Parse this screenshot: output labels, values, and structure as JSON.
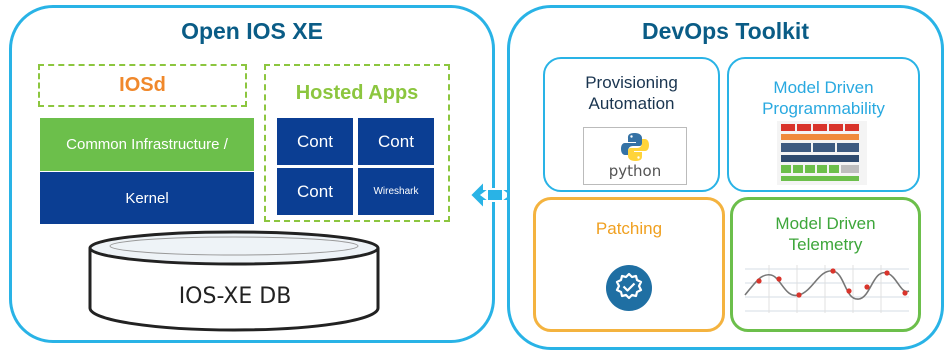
{
  "left_panel": {
    "title": "Open IOS XE",
    "iosd_label": "IOSd",
    "hosted_apps_label": "Hosted Apps",
    "infrastructure_label": "Common Infrastructure /",
    "kernel_label": "Kernel",
    "containers": [
      "Cont",
      "Cont",
      "Cont",
      "Wireshark"
    ],
    "database_label": "IOS-XE DB"
  },
  "right_panel": {
    "title": "DevOps Toolkit",
    "cards": {
      "provisioning": {
        "title_line1": "Provisioning",
        "title_line2": "Automation",
        "logo_text": "python"
      },
      "model_driven_programmability": {
        "title_line1": "Model Driven",
        "title_line2": "Programmability"
      },
      "patching": {
        "title": "Patching",
        "icon": "gear-check-icon"
      },
      "model_driven_telemetry": {
        "title_line1": "Model Driven",
        "title_line2": "Telemetry"
      }
    }
  },
  "connector": {
    "icon": "bidirectional-arrow-icon"
  },
  "colors": {
    "panel_border": "#29b3e6",
    "title_text": "#0a5c86",
    "iosd_orange": "#f0882b",
    "green": "#6cbf4b",
    "navy": "#0b3e93",
    "patching_border": "#f4b33f",
    "telemetry_border": "#6cbf4b"
  }
}
